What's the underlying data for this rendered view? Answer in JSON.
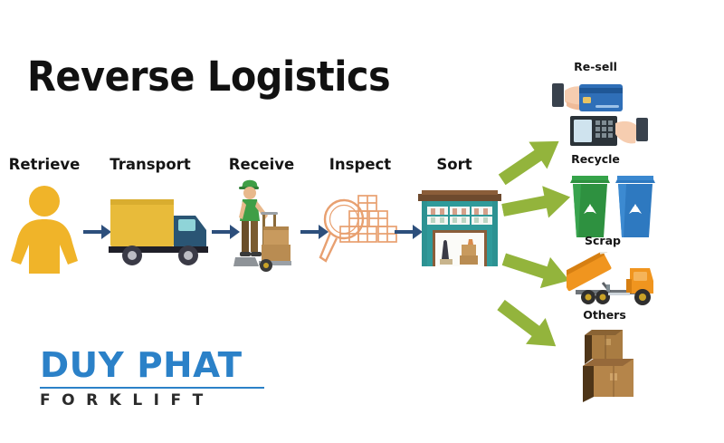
{
  "title": "Reverse Logistics",
  "colors": {
    "background": "#ffffff",
    "title_text": "#111111",
    "label_text": "#151515",
    "blue_arrow": "#2d4f7c",
    "green_arrow": "#93b43c",
    "person_yellow": "#f0b429",
    "truck_body_yellow": "#e8bb3a",
    "truck_cab_blue": "#2a5574",
    "worker_shirt_green": "#3f9e46",
    "inspect_outline_orange": "#e8a070",
    "warehouse_teal": "#2f9a9a",
    "recycle_bin_green": "#2e9140",
    "recycle_bin_blue": "#2e79c0",
    "dump_truck_orange": "#f0951f",
    "box_brown": "#a97c42",
    "card_blue": "#2f6fb8",
    "logo_blue": "#2b81c8",
    "logo_sub_text": "#2b2b2b"
  },
  "flow": {
    "stages": [
      {
        "id": "retrieve",
        "label": "Retrieve",
        "icon": "person-icon"
      },
      {
        "id": "transport",
        "label": "Transport",
        "icon": "box-truck-icon"
      },
      {
        "id": "receive",
        "label": "Receive",
        "icon": "worker-hand-truck-icon"
      },
      {
        "id": "inspect",
        "label": "Inspect",
        "icon": "magnifying-glass-boxes-icon"
      },
      {
        "id": "sort",
        "label": "Sort",
        "icon": "warehouse-icon"
      }
    ],
    "connectors": [
      {
        "id": "connector-1",
        "from": "retrieve",
        "to": "transport"
      },
      {
        "id": "connector-2",
        "from": "transport",
        "to": "receive"
      },
      {
        "id": "connector-3",
        "from": "receive",
        "to": "inspect"
      },
      {
        "id": "connector-4",
        "from": "inspect",
        "to": "sort"
      }
    ]
  },
  "outcomes": [
    {
      "id": "re-sell",
      "label": "Re-sell",
      "icon": "credit-card-pos-icon"
    },
    {
      "id": "recycle",
      "label": "Recycle",
      "icon": "recycle-bins-icon"
    },
    {
      "id": "scrap",
      "label": "Scrap",
      "icon": "dump-truck-icon"
    },
    {
      "id": "others",
      "label": "Others",
      "icon": "cardboard-boxes-icon"
    }
  ],
  "logo": {
    "word": "DUY PHAT",
    "sub": "FORKLIFT"
  }
}
